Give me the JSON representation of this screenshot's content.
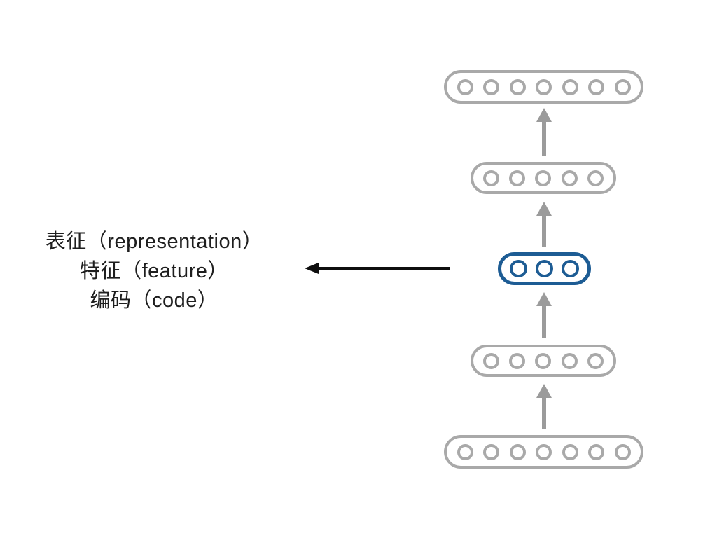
{
  "colors": {
    "background": "#ffffff",
    "layer_stroke_gray": "#a9a9a9",
    "arrow_gray": "#9b9b9b",
    "code_layer_blue": "#1d5c94",
    "pointer_arrow_black": "#0f0f0f",
    "label_text": "#1e1e1e"
  },
  "annotation": {
    "lines": [
      "表征（representation）",
      "特征（feature）",
      "编码（code）"
    ]
  },
  "network": {
    "layers": [
      {
        "name": "top-layer",
        "nodes": 7,
        "highlight": false
      },
      {
        "name": "upper-hidden-layer",
        "nodes": 5,
        "highlight": false
      },
      {
        "name": "code-layer",
        "nodes": 3,
        "highlight": true
      },
      {
        "name": "lower-hidden-layer",
        "nodes": 5,
        "highlight": false
      },
      {
        "name": "bottom-layer",
        "nodes": 7,
        "highlight": false
      }
    ],
    "flow_direction": "up",
    "pointer_arrow": {
      "direction": "left",
      "from": "code-layer",
      "to": "annotation"
    }
  }
}
